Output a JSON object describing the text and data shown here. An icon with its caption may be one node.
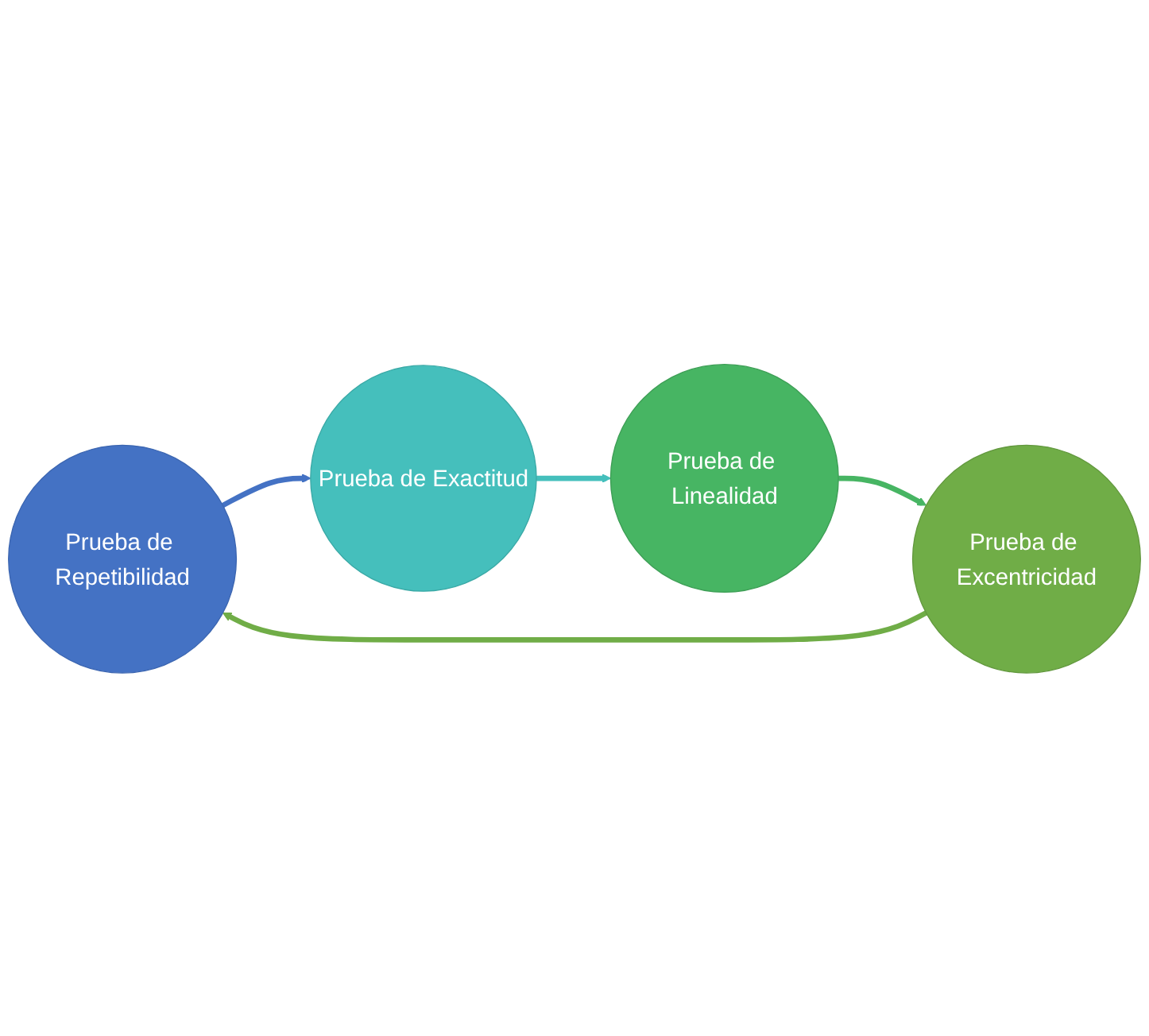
{
  "diagram": {
    "nodes": [
      {
        "text": [
          "Prueba de Repetibilidad"
        ]
      },
      {
        "text": [
          "Prueba de Exactitud"
        ]
      },
      {
        "text": [
          "Prueba de Linealidad"
        ]
      },
      {
        "text": [
          "Prueba de Excentricidad"
        ]
      }
    ],
    "edges": [
      {
        "from": 0,
        "to": 1,
        "arrow": "to",
        "color": "#4472c4"
      },
      {
        "from": 1,
        "to": 2,
        "arrow": "to",
        "color": "#45bfbc"
      },
      {
        "from": 2,
        "to": 3,
        "arrow": "to",
        "color": "#47b563"
      },
      {
        "from": 3,
        "to": 0,
        "arrow": "to",
        "color": "#70ad47"
      }
    ]
  }
}
